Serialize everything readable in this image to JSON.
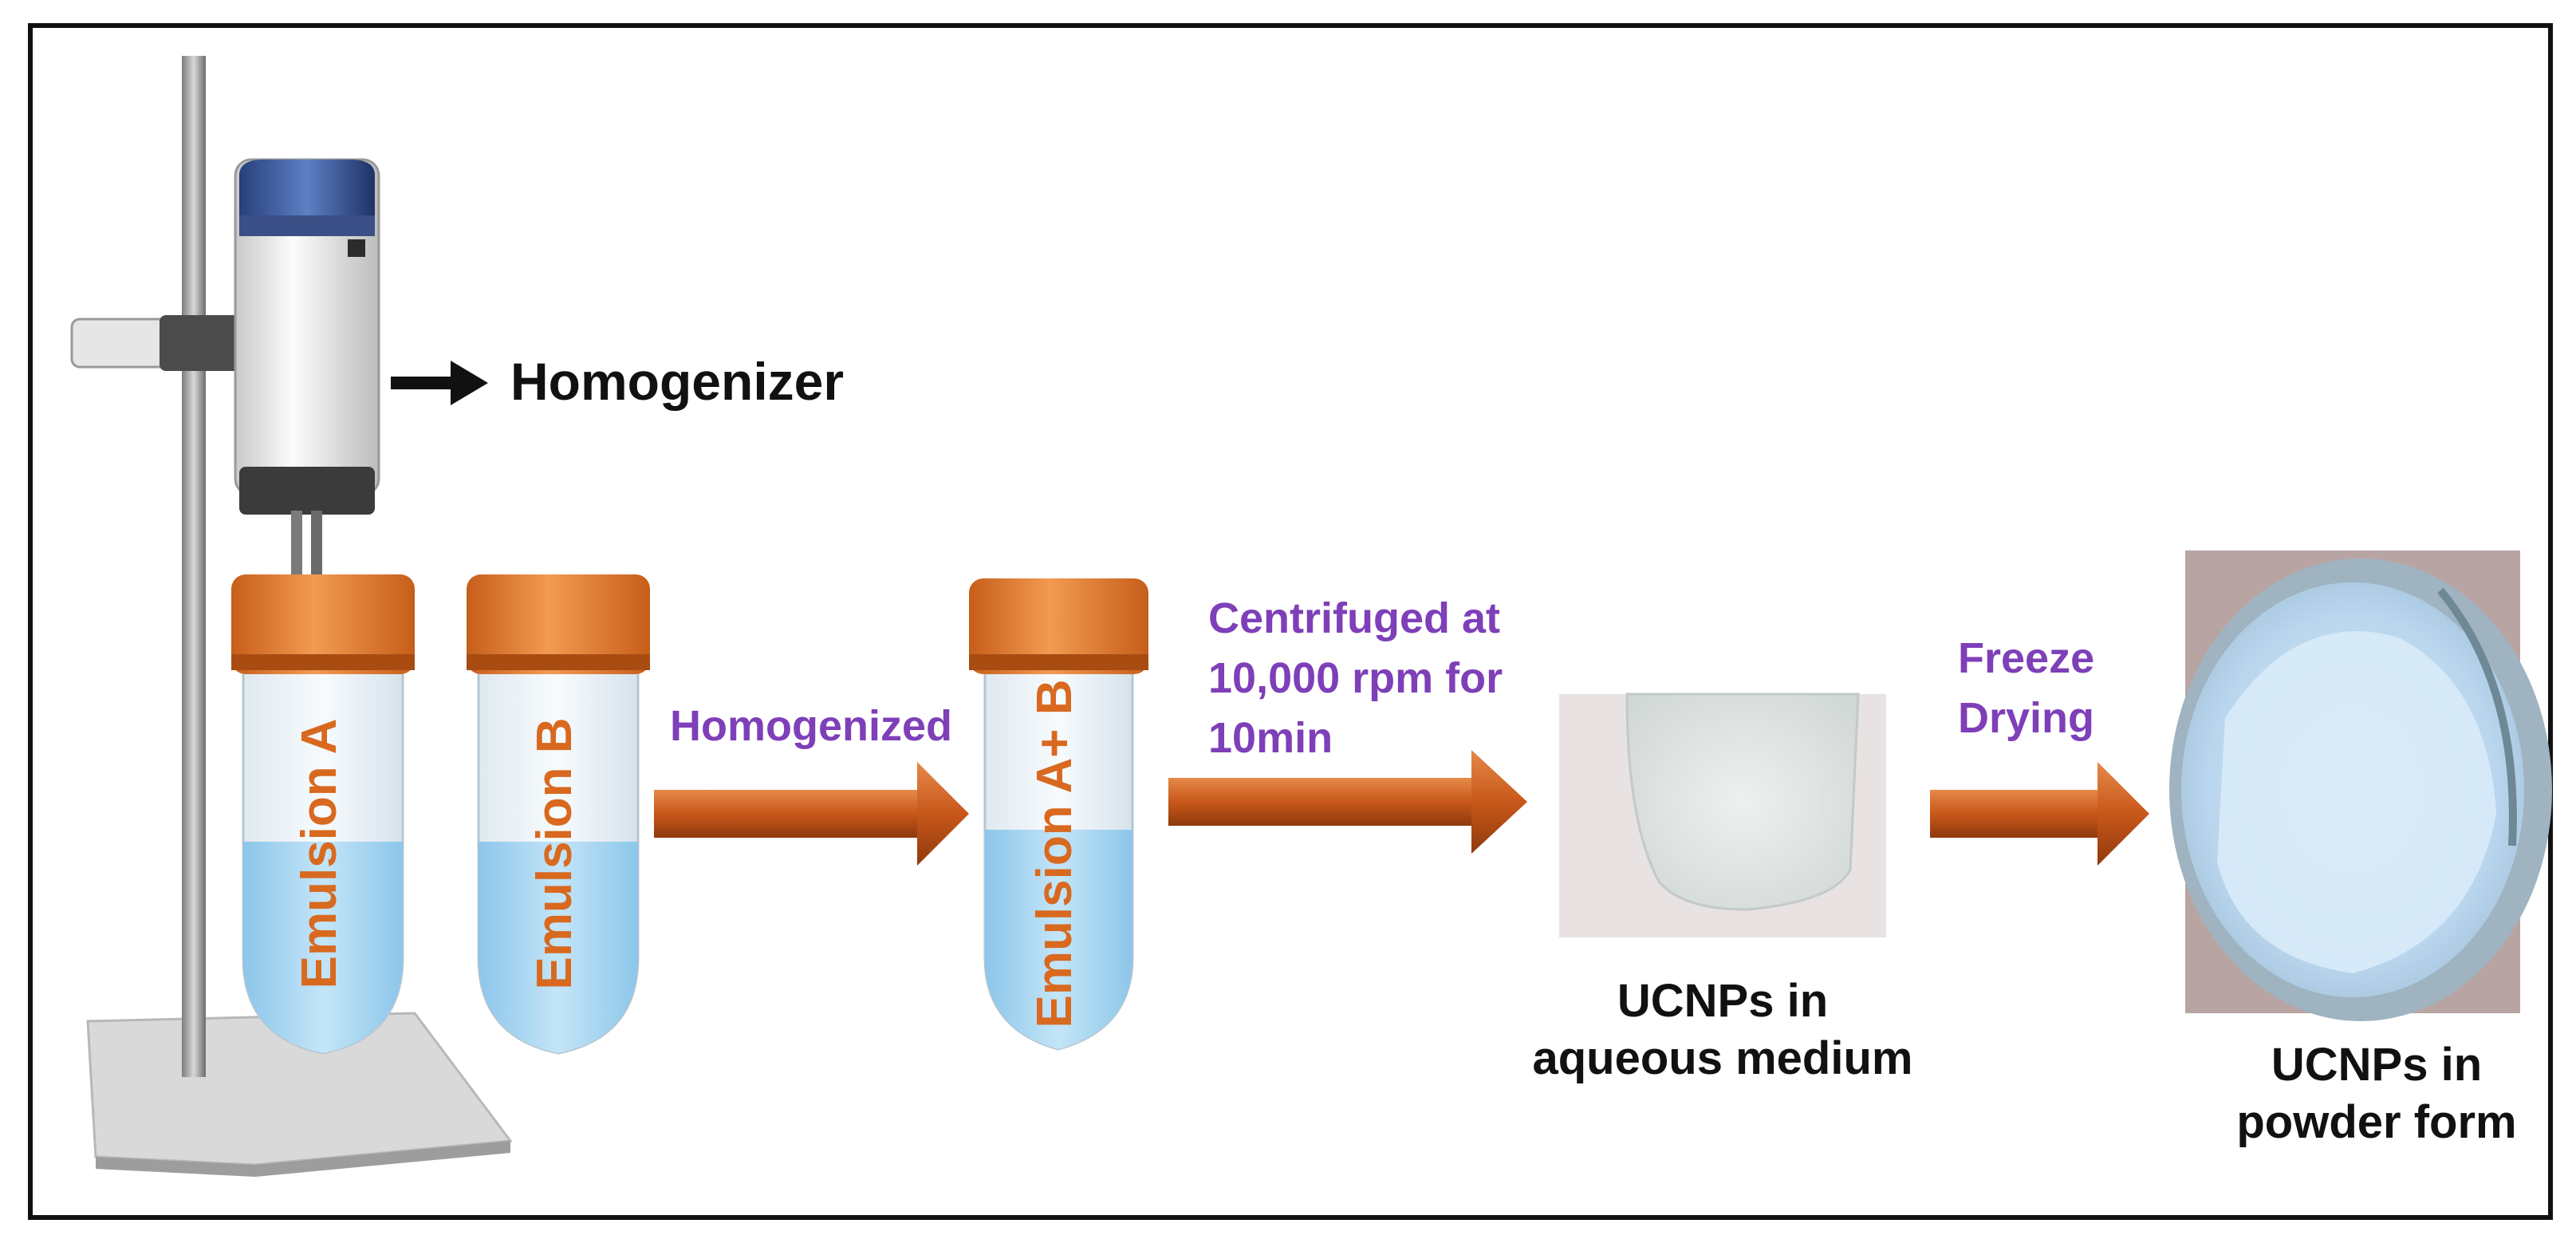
{
  "labels": {
    "homogenizer": "Homogenizer",
    "homogenized": "Homogenized",
    "centrifuged_line1": "Centrifuged at",
    "centrifuged_line2": "10,000 rpm for",
    "centrifuged_line3": "10min",
    "freeze_line1": "Freeze",
    "freeze_line2": "Drying",
    "aqueous_line1": "UCNPs in",
    "aqueous_line2": "aqueous medium",
    "powder_line1": "UCNPs in",
    "powder_line2": "powder form"
  },
  "tubes": {
    "a": "Emulsion A",
    "b": "Emulsion B",
    "ab": "Emulsion A+ B"
  },
  "colors": {
    "arrow": "#c8571a",
    "label_purple": "#7e3fb8",
    "tube_cap": "#e07a2e",
    "liquid": "#a9d6f2",
    "frame": "#111111"
  }
}
